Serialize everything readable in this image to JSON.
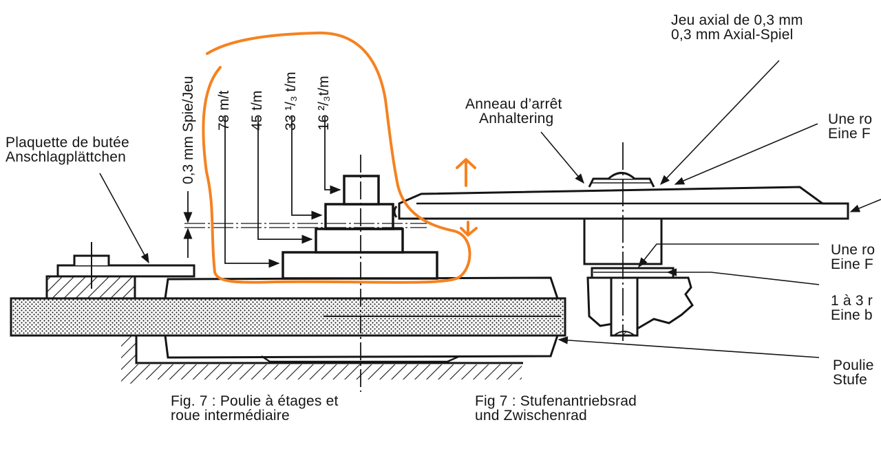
{
  "figure": {
    "caption_fr": [
      "Fig. 7 : Poulie à étages et",
      "roue intermédiaire"
    ],
    "caption_de": [
      "Fig  7 : Stufenantriebsrad",
      "und Zwischenrad"
    ]
  },
  "labels": {
    "axial_play": [
      "Jeu axial de 0,3 mm",
      "0,3 mm Axial-Spiel"
    ],
    "stop_ring": [
      "Anneau d’arrêt",
      "Anhaltering"
    ],
    "stop_plate": [
      "Plaquette de butée",
      "Anschlagplättchen"
    ],
    "washer_top": [
      "Une ro",
      "Eine F"
    ],
    "washer_mid": [
      "Une ro",
      "Eine F"
    ],
    "gap_range": [
      "1 à 3 r",
      "Eine b"
    ],
    "step_pulley": [
      "Poulie",
      "Stufe"
    ],
    "clearance": "0,3 mm Spie/Jeu"
  },
  "speeds": [
    {
      "label": "78 m/t"
    },
    {
      "label": "45 t/m"
    },
    {
      "label": "33 ¹/₃ t/m"
    },
    {
      "label": "16 ²/₃t/m"
    }
  ],
  "colors": {
    "ink": "#151515",
    "annotation": "#f58220",
    "stipple": "#222222"
  }
}
